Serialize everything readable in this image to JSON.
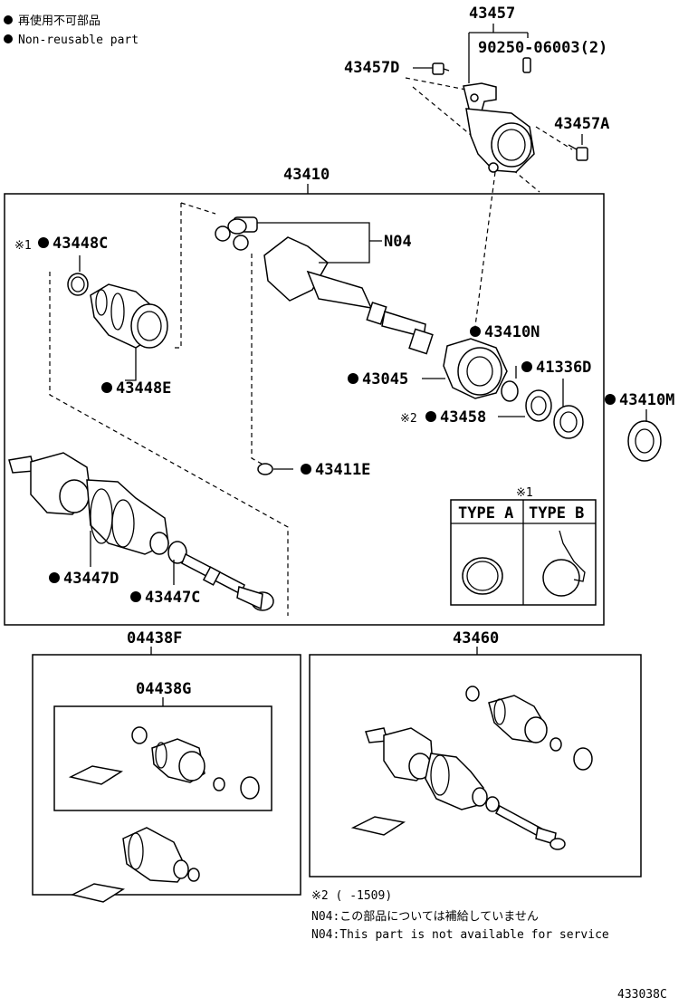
{
  "legend": {
    "line1": "再使用不可部品",
    "line2": "Non-reusable part"
  },
  "labels": {
    "p43457": "43457",
    "p90250": "90250-06003(2)",
    "p43457D": "43457D",
    "p43457A": "43457A",
    "p43410": "43410",
    "pN04": "N04",
    "mark1": "※1",
    "p43448C": "43448C",
    "p43448E": "43448E",
    "p43410N": "43410N",
    "p43045": "43045",
    "p41336D": "41336D",
    "mark2": "※2",
    "p43458": "43458",
    "p43410M": "43410M",
    "p43411E": "43411E",
    "p43447D": "43447D",
    "p43447C": "43447C",
    "p04438F": "04438F",
    "p04438G": "04438G",
    "p43460": "43460"
  },
  "type_table": {
    "mark": "※1",
    "type_a": "TYPE A",
    "type_b": "TYPE B"
  },
  "notes": {
    "note1": "※2 (    -1509)",
    "note2": "N04:この部品については補給していません",
    "note3": "N04:This part is not available for service"
  },
  "figure_code": "433038C"
}
